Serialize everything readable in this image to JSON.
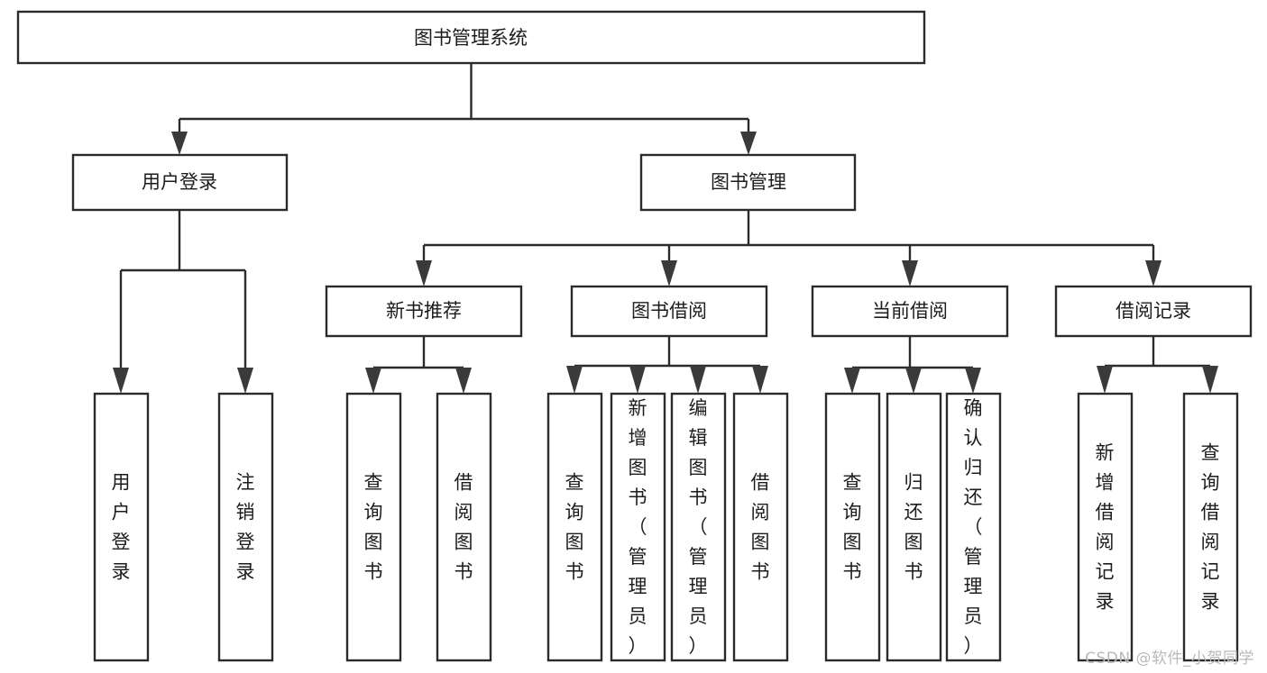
{
  "diagram": {
    "title": "图书管理系统",
    "type": "tree-hierarchy-diagram",
    "root": {
      "id": "root",
      "label": "图书管理系统"
    },
    "level2": [
      {
        "id": "user-login",
        "label": "用户登录"
      },
      {
        "id": "book-management",
        "label": "图书管理"
      }
    ],
    "level3": [
      {
        "id": "new-book-recommend",
        "label": "新书推荐",
        "parent": "book-management"
      },
      {
        "id": "book-borrow",
        "label": "图书借阅",
        "parent": "book-management"
      },
      {
        "id": "current-borrow",
        "label": "当前借阅",
        "parent": "book-management"
      },
      {
        "id": "borrow-record",
        "label": "借阅记录",
        "parent": "book-management"
      }
    ],
    "leaves": [
      {
        "id": "leaf-user-login",
        "label": "用户登录",
        "parent": "user-login"
      },
      {
        "id": "leaf-user-logout",
        "label": "注销登录",
        "parent": "user-login"
      },
      {
        "id": "leaf-query-book-1",
        "label": "查询图书",
        "parent": "new-book-recommend"
      },
      {
        "id": "leaf-borrow-book-1",
        "label": "借阅图书",
        "parent": "new-book-recommend"
      },
      {
        "id": "leaf-query-book-2",
        "label": "查询图书",
        "parent": "book-borrow"
      },
      {
        "id": "leaf-add-book",
        "label": "新增图书（管理员）",
        "parent": "book-borrow"
      },
      {
        "id": "leaf-edit-book",
        "label": "编辑图书（管理员）",
        "parent": "book-borrow"
      },
      {
        "id": "leaf-borrow-book-2",
        "label": "借阅图书",
        "parent": "book-borrow"
      },
      {
        "id": "leaf-query-book-3",
        "label": "查询图书",
        "parent": "current-borrow"
      },
      {
        "id": "leaf-return-book",
        "label": "归还图书",
        "parent": "current-borrow"
      },
      {
        "id": "leaf-confirm-return",
        "label": "确认归还（管理员）",
        "parent": "current-borrow"
      },
      {
        "id": "leaf-add-record",
        "label": "新增借阅记录",
        "parent": "borrow-record"
      },
      {
        "id": "leaf-query-record",
        "label": "查询借阅记录",
        "parent": "borrow-record"
      }
    ],
    "colors": {
      "background": "#ffffff",
      "box_fill": "#ffffff",
      "box_stroke": "#2b2b2b",
      "text": "#1c1c1c",
      "watermark": "#b9b9b9"
    }
  },
  "watermark": {
    "text": "CSDN @软件_小贺同学"
  }
}
